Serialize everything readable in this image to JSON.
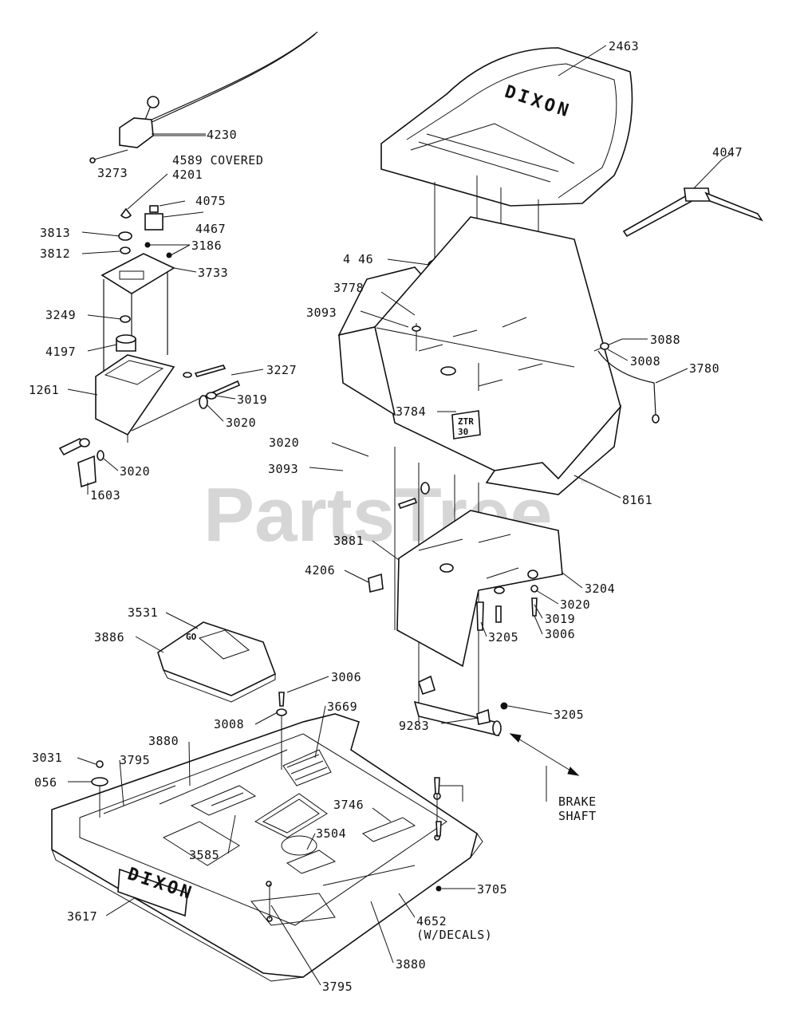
{
  "watermark": "PartsTree",
  "watermark_tm": "™",
  "seat_logo": "DIXON",
  "pan_logo": "DIXON",
  "plate_note_line1": "ZTR",
  "plate_note_line2": "30",
  "pan_note": "GO",
  "labels": {
    "l2463": "2463",
    "l4230": "4230",
    "l3273": "3273",
    "l4589": "4589 COVERED",
    "l4201": "4201",
    "l4075": "4075",
    "l4467": "4467",
    "l3813": "3813",
    "l3186": "3186",
    "l3812": "3812",
    "l3733": "3733",
    "l3249": "3249",
    "l4197": "4197",
    "l3227": "3227",
    "l1261": "1261",
    "l3019a": "3019",
    "l3020a": "3020",
    "l3020b": "3020",
    "l1603": "1603",
    "l4047": "4047",
    "l4146": "4 46",
    "l3778": "3778",
    "l3093a": "3093",
    "l3088": "3088",
    "l3008a": "3008",
    "l3780": "3780",
    "l3784": "3784",
    "l3020c": "3020",
    "l3093b": "3093",
    "l8161": "8161",
    "l3881": "3881",
    "l4206": "4206",
    "l3204": "3204",
    "l3020d": "3020",
    "l3019b": "3019",
    "l3006a": "3006",
    "l3205a": "3205",
    "l3531": "3531",
    "l3886": "3886",
    "l3006b": "3006",
    "l3008b": "3008",
    "l3669": "3669",
    "l3880a": "3880",
    "l3031": "3031",
    "l3795a": "3795",
    "l056": "056",
    "l9283": "9283",
    "l3205b": "3205",
    "l3746": "3746",
    "l3504": "3504",
    "l3585": "3585",
    "l3705": "3705",
    "l3617": "3617",
    "l4652a": "4652",
    "l4652b": "(W/DECALS)",
    "l3880b": "3880",
    "l3795b": "3795",
    "brake_line1": "BRAKE",
    "brake_line2": "SHAFT"
  }
}
